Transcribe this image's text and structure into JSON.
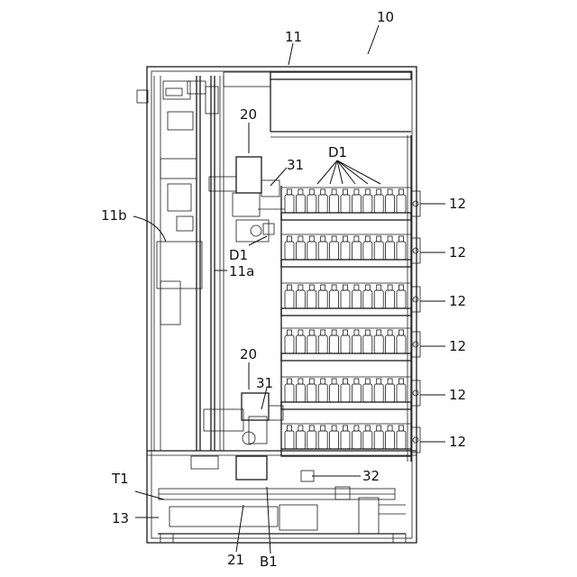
{
  "labels": {
    "machine": "10",
    "top_unit": "11",
    "frame_a": "11a",
    "frame_b": "11b",
    "shelf": "12",
    "base": "13",
    "transfer_upper": "20",
    "transfer_lower": "20",
    "transfer_base": "21",
    "arm_upper": "31",
    "arm_lower": "31",
    "sensor": "32",
    "product_group": "D1",
    "product_single": "D1",
    "tray": "T1",
    "bottom_ref": "B1"
  }
}
